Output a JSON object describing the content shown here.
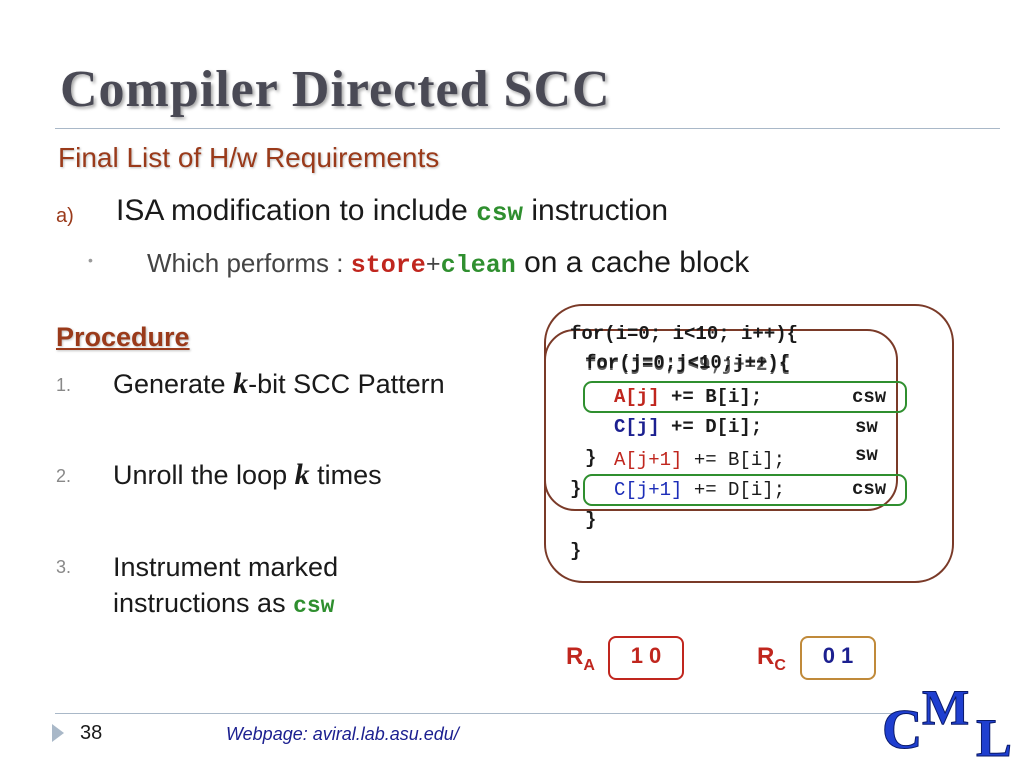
{
  "slide": {
    "title": "Compiler Directed SCC",
    "subtitle": "Final List of H/w Requirements"
  },
  "requirements": {
    "a": {
      "marker": "a)",
      "text_before": "ISA modification to include ",
      "code": "csw",
      "text_after": " instruction"
    },
    "b": {
      "bullet": "•",
      "text_before": "Which performs : ",
      "code_store": "store",
      "plus": "+",
      "code_clean": "clean",
      "text_after": " on a cache block"
    }
  },
  "procedure": {
    "heading": "Procedure",
    "steps": [
      {
        "num": "1.",
        "pre": "Generate ",
        "k": "k",
        "post": "-bit SCC Pattern"
      },
      {
        "num": "2.",
        "pre": "Unroll the loop ",
        "k": "k",
        "post": " times"
      },
      {
        "num": "3.",
        "line1": "Instrument marked",
        "line2_pre": "instructions as ",
        "code": "csw"
      }
    ]
  },
  "code_outer": {
    "l1": "for(i=0; i<10; i++){",
    "l2": "for(j=0;j<10;j++){",
    "l2b": "for(j=0;j<9;j+=2){",
    "a1": "A[j]",
    "a1_rest": " += B[i];",
    "c1": "C[j]",
    "c1_rest": " += D[i];",
    "close1": "}",
    "a2": "A[j+1]",
    "a2_rest": " += B[i];",
    "close2": "}",
    "c2": "C[j+1]",
    "c2_rest": " += D[i];",
    "close3": "}",
    "close4": "}"
  },
  "instr_labels": {
    "row1": "csw",
    "row2": "sw",
    "row3": "sw",
    "row4": "csw"
  },
  "registers": {
    "ra": {
      "letter": "R",
      "sub": "A",
      "value": "1 0"
    },
    "rc": {
      "letter": "R",
      "sub": "C",
      "value": "0 1"
    }
  },
  "footer": {
    "page": "38",
    "link": "Webpage: aviral.lab.asu.edu/"
  },
  "logo": {
    "text": "CML"
  },
  "colors": {
    "title": "#4a4a55",
    "accent_rust": "#9a3a1a",
    "code_green": "#2f8f2f",
    "code_red": "#c0261e",
    "code_blue": "#1c2db8",
    "rule": "#a9b8c8"
  }
}
